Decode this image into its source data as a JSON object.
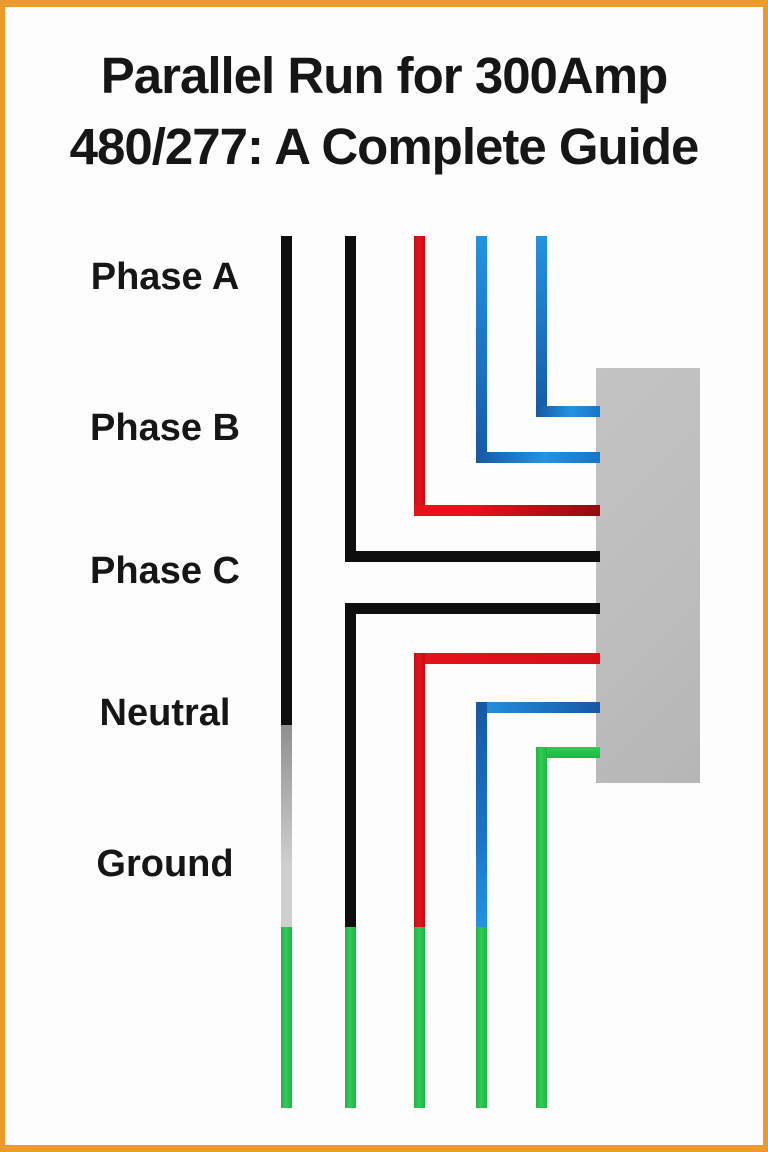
{
  "title": {
    "line1": "Parallel Run for 300Amp",
    "line2": "480/277: A Complete Guide"
  },
  "labels": {
    "phase_a": "Phase A",
    "phase_b": "Phase B",
    "phase_c": "Phase C",
    "neutral": "Neutral",
    "ground": "Ground"
  },
  "wires": [
    {
      "name": "run-1",
      "segments": [
        "black",
        "gray",
        "green"
      ],
      "connects_to_panel": false
    },
    {
      "name": "run-2-supply",
      "segments": [
        "black"
      ],
      "connects_to_panel": true
    },
    {
      "name": "run-2-load",
      "segments": [
        "black",
        "green"
      ],
      "connects_to_panel": true
    },
    {
      "name": "run-3-supply",
      "segments": [
        "red"
      ],
      "connects_to_panel": true
    },
    {
      "name": "run-3-load",
      "segments": [
        "red",
        "green"
      ],
      "connects_to_panel": true
    },
    {
      "name": "run-4-supply",
      "segments": [
        "blue"
      ],
      "connects_to_panel": true
    },
    {
      "name": "run-4-load",
      "segments": [
        "blue",
        "green"
      ],
      "connects_to_panel": true
    },
    {
      "name": "run-5-supply",
      "segments": [
        "blue"
      ],
      "connects_to_panel": true
    },
    {
      "name": "run-5-load",
      "segments": [
        "green"
      ],
      "connects_to_panel": true
    }
  ],
  "colors": {
    "border_orange": "#EA9B2B",
    "background": "#FDFDFD",
    "text": "#161616",
    "wire_black": "#0E0E0E",
    "wire_gray_light": "#CFCFCF",
    "wire_gray_dark": "#8F8F8F",
    "wire_red": "#E8111B",
    "wire_red_dark": "#8F0D13",
    "wire_blue": "#2492E2",
    "wire_blue_mid": "#1B74C6",
    "wire_blue_dark": "#1659A4",
    "wire_green": "#2ECC55",
    "wire_green_dark": "#23B445",
    "panel_gray": "#BDBDBD"
  }
}
